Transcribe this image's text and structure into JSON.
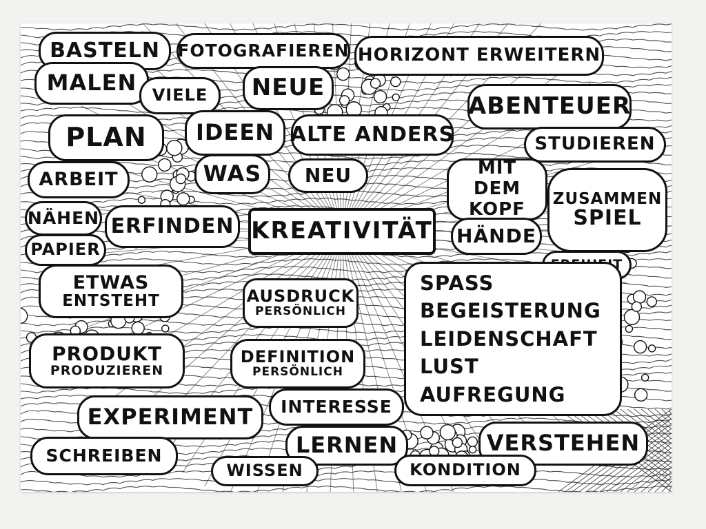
{
  "center": "KREATIVITÄT",
  "bubbles": {
    "basteln": "BASTELN",
    "fotografieren": "FOTOGRAFIEREN",
    "horizont": "HORIZONT ERWEITERN",
    "malen": "MALEN",
    "viele": "VIELE",
    "neue": "NEUE",
    "abenteuer": "ABENTEUER",
    "plan": "PLAN",
    "ideen": "IDEEN",
    "alte_anders": "ALTE ANDERS",
    "studieren": "STUDIEREN",
    "arbeit": "ARBEIT",
    "was": "WAS",
    "neu": "NEU",
    "mit_dem_kopf": "MIT DEM KOPF",
    "zusammenspiel_1": "ZUSAMMEN",
    "zusammenspiel_2": "SPIEL",
    "naehen": "NÄHEN",
    "erfinden": "ERFINDEN",
    "haende": "HÄNDE",
    "papier": "PAPIER",
    "freiheit": "FREIHEIT",
    "etwas_1": "ETWAS",
    "etwas_2": "ENTSTEHT",
    "ausdruck_1": "AUSDRUCK",
    "ausdruck_2": "PERSÖNLICH",
    "definition_1": "DEFINITION",
    "definition_2": "PERSÖNLICH",
    "produkt_1": "PRODUKT",
    "produkt_2": "PRODUZIEREN",
    "experiment": "EXPERIMENT",
    "interesse": "INTERESSE",
    "lernen": "LERNEN",
    "verstehen": "VERSTEHEN",
    "schreiben": "SCHREIBEN",
    "wissen": "WISSEN",
    "kondition": "KONDITION"
  },
  "feelings": [
    "SPASS",
    "BEGEISTERUNG",
    "LEIDENSCHAFT",
    "LUST",
    "AUFREGUNG"
  ],
  "colors": {
    "ink": "#111111",
    "paper": "#ffffff",
    "background": "#f2f2f0"
  }
}
